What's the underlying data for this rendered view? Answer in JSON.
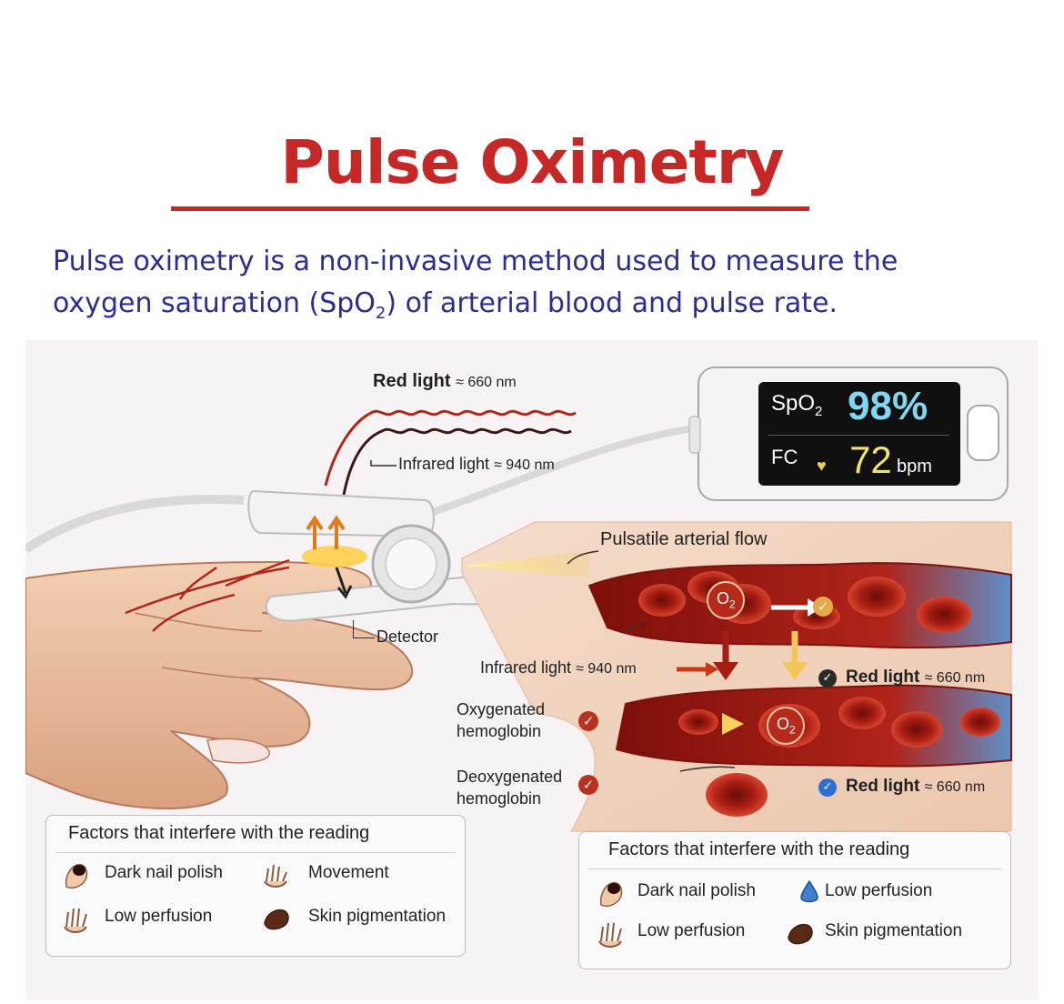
{
  "title": "Pulse Oximetry",
  "subtitle": {
    "line1": "Pulse oximetry is a non-invasive method used to measure the",
    "line2_before": "oxygen saturation (SpO",
    "line2_sub": "2",
    "line2_after": ") of arterial blood and pulse rate."
  },
  "diagram": {
    "red_light_top": {
      "name": "Red light",
      "value": "≈ 660 nm"
    },
    "infrared_top": {
      "name": "Infrared light",
      "value": "≈ 940 nm"
    },
    "detector": "Detector",
    "monitor": {
      "spo2_label": "SpO",
      "spo2_sub": "2",
      "spo2_value": "98%",
      "fc_label": "FC",
      "pulse_value": "72",
      "pulse_unit": "bpm"
    },
    "pulsatile": "Pulsatile arterial flow",
    "o2_label": "O",
    "o2_sub": "2",
    "infrared_mid": {
      "name": "Infrared light",
      "value": "≈ 940 nm"
    },
    "red_light_mid": {
      "name": "Red light",
      "value": "≈ 660 nm"
    },
    "red_light_low": {
      "name": "Red light",
      "value": "≈ 660 nm"
    },
    "oxygenated": {
      "line1": "Oxygenated",
      "line2": "hemoglobin"
    },
    "deoxygenated": {
      "line1": "Deoxygenated",
      "line2": "hemoglobin"
    }
  },
  "factors_left": {
    "title": "Factors that interfere with the reading",
    "items": [
      "Dark nail polish",
      "Movement",
      "Low perfusion",
      "Skin pigmentation"
    ]
  },
  "factors_right": {
    "title": "Factors that interfere with the reading",
    "items": [
      "Dark nail polish",
      "Low perfusion",
      "Low perfusion",
      "Skin pigmentation"
    ]
  },
  "colors": {
    "title": "#c62828",
    "subtitle": "#2c2e8f",
    "spo2_value": "#7fd8f0",
    "pulse_value": "#f2e46a",
    "blood": "#a81e14"
  },
  "icons": [
    "nail-polish-icon",
    "hand-movement-icon",
    "hand-low-perfusion-icon",
    "skin-pigmentation-icon",
    "heart-icon",
    "check-icon",
    "blood-drop-icon"
  ]
}
